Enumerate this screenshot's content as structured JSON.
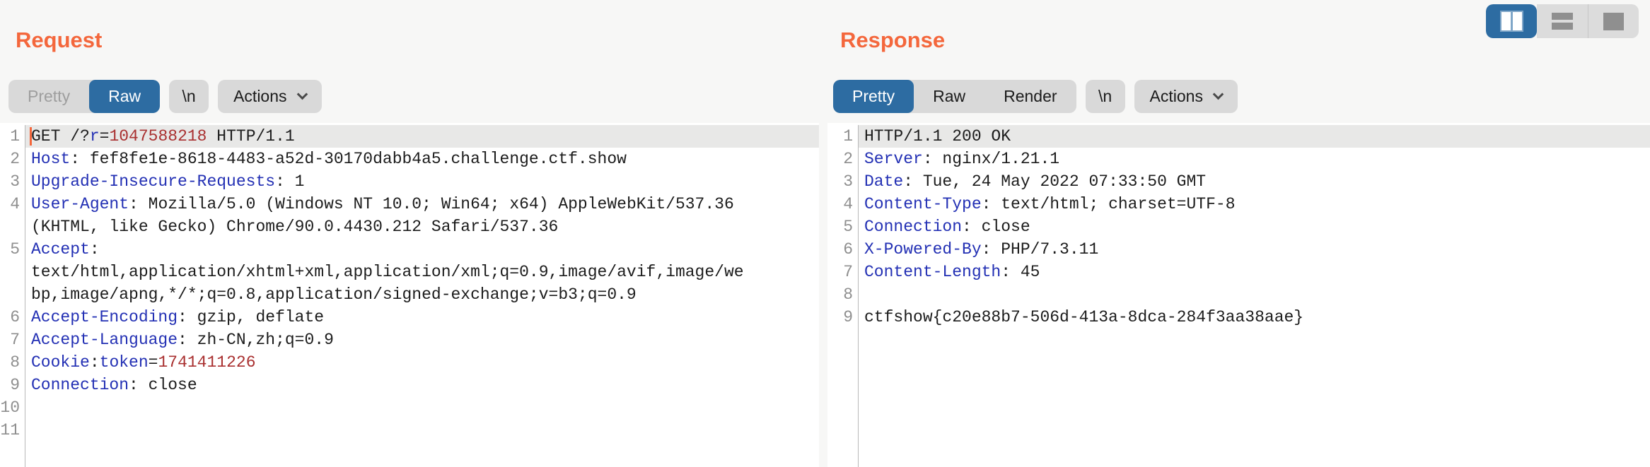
{
  "colors": {
    "accent_orange": "#f4673c",
    "selected_blue": "#2d6ca2",
    "header_name_blue": "#2330b4",
    "param_value_red": "#a93030",
    "button_gray": "#d9d9d9"
  },
  "layout_toggle": {
    "buttons": [
      {
        "icon": "columns",
        "selected": true
      },
      {
        "icon": "rows",
        "selected": false
      },
      {
        "icon": "single",
        "selected": false
      }
    ]
  },
  "request": {
    "title": "Request",
    "tabs": [
      {
        "label": "Pretty",
        "state": "dimmed"
      },
      {
        "label": "Raw",
        "state": "selected"
      }
    ],
    "newline_label": "\\n",
    "actions_label": "Actions",
    "lines": [
      {
        "num": "1",
        "highlight": true,
        "caret": true,
        "segments": [
          [
            "text",
            "GET /?"
          ],
          [
            "param",
            "r"
          ],
          [
            "text",
            "="
          ],
          [
            "value",
            "1047588218"
          ],
          [
            "text",
            " HTTP/1.1"
          ]
        ]
      },
      {
        "num": "2",
        "segments": [
          [
            "header",
            "Host"
          ],
          [
            "text",
            ": fef8fe1e-8618-4483-a52d-30170dabb4a5.challenge.ctf.show"
          ]
        ]
      },
      {
        "num": "3",
        "segments": [
          [
            "header",
            "Upgrade-Insecure-Requests"
          ],
          [
            "text",
            ": 1"
          ]
        ]
      },
      {
        "num": "4",
        "segments": [
          [
            "header",
            "User-Agent"
          ],
          [
            "text",
            ": Mozilla/5.0 (Windows NT 10.0; Win64; x64) AppleWebKit/537.36"
          ]
        ]
      },
      {
        "num": "",
        "segments": [
          [
            "text",
            "(KHTML, like Gecko) Chrome/90.0.4430.212 Safari/537.36"
          ]
        ]
      },
      {
        "num": "5",
        "segments": [
          [
            "header",
            "Accept"
          ],
          [
            "text",
            ":"
          ]
        ]
      },
      {
        "num": "",
        "segments": [
          [
            "text",
            "text/html,application/xhtml+xml,application/xml;q=0.9,image/avif,image/we"
          ]
        ]
      },
      {
        "num": "",
        "segments": [
          [
            "text",
            "bp,image/apng,*/*;q=0.8,application/signed-exchange;v=b3;q=0.9"
          ]
        ]
      },
      {
        "num": "6",
        "segments": [
          [
            "header",
            "Accept-Encoding"
          ],
          [
            "text",
            ": gzip, deflate"
          ]
        ]
      },
      {
        "num": "7",
        "segments": [
          [
            "header",
            "Accept-Language"
          ],
          [
            "text",
            ": zh-CN,zh;q=0.9"
          ]
        ]
      },
      {
        "num": "8",
        "segments": [
          [
            "header",
            "Cookie"
          ],
          [
            "text",
            ":"
          ],
          [
            "param",
            "token"
          ],
          [
            "text",
            "="
          ],
          [
            "value",
            "1741411226"
          ]
        ]
      },
      {
        "num": "9",
        "segments": [
          [
            "header",
            "Connection"
          ],
          [
            "text",
            ": close"
          ]
        ]
      },
      {
        "num": "10",
        "segments": []
      },
      {
        "num": "11",
        "segments": []
      }
    ]
  },
  "response": {
    "title": "Response",
    "tabs": [
      {
        "label": "Pretty",
        "state": "selected"
      },
      {
        "label": "Raw",
        "state": "normal"
      },
      {
        "label": "Render",
        "state": "normal"
      }
    ],
    "newline_label": "\\n",
    "actions_label": "Actions",
    "lines": [
      {
        "num": "1",
        "highlight": true,
        "segments": [
          [
            "text",
            "HTTP/1.1 200 OK"
          ]
        ]
      },
      {
        "num": "2",
        "segments": [
          [
            "header",
            "Server"
          ],
          [
            "text",
            ": nginx/1.21.1"
          ]
        ]
      },
      {
        "num": "3",
        "segments": [
          [
            "header",
            "Date"
          ],
          [
            "text",
            ": Tue, 24 May 2022 07:33:50 GMT"
          ]
        ]
      },
      {
        "num": "4",
        "segments": [
          [
            "header",
            "Content-Type"
          ],
          [
            "text",
            ": text/html; charset=UTF-8"
          ]
        ]
      },
      {
        "num": "5",
        "segments": [
          [
            "header",
            "Connection"
          ],
          [
            "text",
            ": close"
          ]
        ]
      },
      {
        "num": "6",
        "segments": [
          [
            "header",
            "X-Powered-By"
          ],
          [
            "text",
            ": PHP/7.3.11"
          ]
        ]
      },
      {
        "num": "7",
        "segments": [
          [
            "header",
            "Content-Length"
          ],
          [
            "text",
            ": 45"
          ]
        ]
      },
      {
        "num": "8",
        "segments": []
      },
      {
        "num": "9",
        "segments": [
          [
            "text",
            "ctfshow{c20e88b7-506d-413a-8dca-284f3aa38aae}"
          ]
        ]
      }
    ]
  }
}
